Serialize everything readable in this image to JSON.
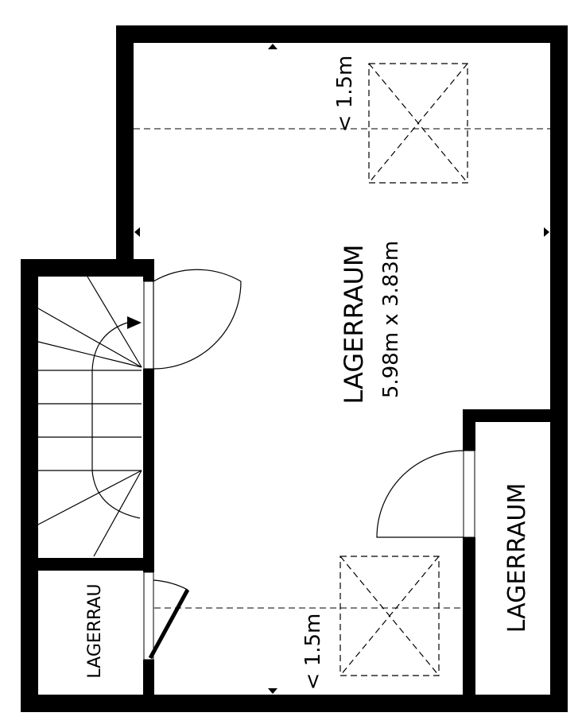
{
  "rooms": {
    "main": {
      "name": "LAGERRAUM",
      "dimensions": "5.98m x 3.83m"
    },
    "right": {
      "name": "LAGERRAUM"
    },
    "small": {
      "name": "LAGERRAU"
    }
  },
  "height_notes": {
    "top": "< 1.5m",
    "bottom": "< 1.5m"
  },
  "colors": {
    "wall": "#000000",
    "background": "#ffffff",
    "lines": "#000000"
  }
}
